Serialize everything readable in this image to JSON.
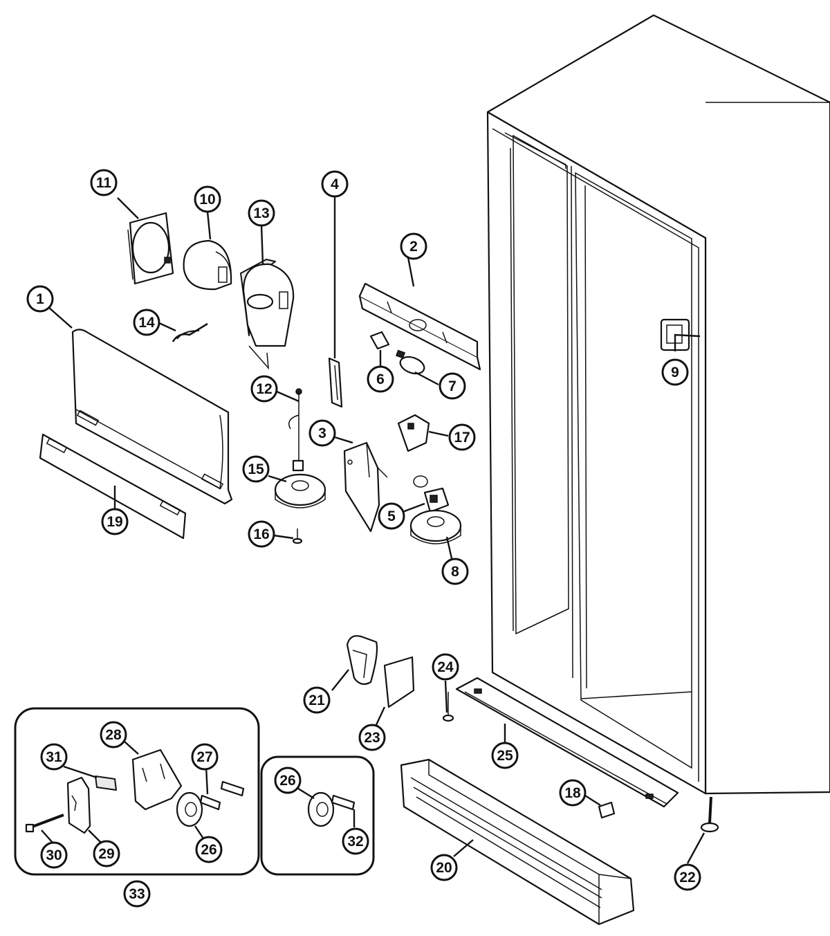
{
  "diagram": {
    "callouts": [
      {
        "id": "c1",
        "label": "1"
      },
      {
        "id": "c2",
        "label": "2"
      },
      {
        "id": "c3",
        "label": "3"
      },
      {
        "id": "c4",
        "label": "4"
      },
      {
        "id": "c5",
        "label": "5"
      },
      {
        "id": "c6",
        "label": "6"
      },
      {
        "id": "c7",
        "label": "7"
      },
      {
        "id": "c8",
        "label": "8"
      },
      {
        "id": "c9",
        "label": "9"
      },
      {
        "id": "c10",
        "label": "10"
      },
      {
        "id": "c11",
        "label": "11"
      },
      {
        "id": "c12",
        "label": "12"
      },
      {
        "id": "c13",
        "label": "13"
      },
      {
        "id": "c14",
        "label": "14"
      },
      {
        "id": "c15",
        "label": "15"
      },
      {
        "id": "c16",
        "label": "16"
      },
      {
        "id": "c17",
        "label": "17"
      },
      {
        "id": "c18",
        "label": "18"
      },
      {
        "id": "c19",
        "label": "19"
      },
      {
        "id": "c20",
        "label": "20"
      },
      {
        "id": "c21",
        "label": "21"
      },
      {
        "id": "c22",
        "label": "22"
      },
      {
        "id": "c23",
        "label": "23"
      },
      {
        "id": "c24",
        "label": "24"
      },
      {
        "id": "c25",
        "label": "25"
      },
      {
        "id": "c26a",
        "label": "26"
      },
      {
        "id": "c26b",
        "label": "26"
      },
      {
        "id": "c27",
        "label": "27"
      },
      {
        "id": "c28",
        "label": "28"
      },
      {
        "id": "c29",
        "label": "29"
      },
      {
        "id": "c30",
        "label": "30"
      },
      {
        "id": "c31",
        "label": "31"
      },
      {
        "id": "c32",
        "label": "32"
      },
      {
        "id": "c33",
        "label": "33"
      }
    ]
  }
}
